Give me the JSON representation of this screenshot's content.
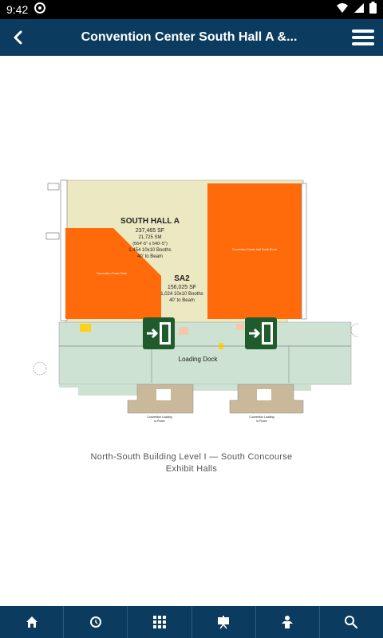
{
  "status": {
    "time": "9:42"
  },
  "header": {
    "title": "Convention Center South Hall A &..."
  },
  "map": {
    "hall_title": "SOUTH HALL A",
    "hall_sf": "237,465 SF",
    "hall_sm": "21,725 SM",
    "hall_dims": "(564'-5\" x 540'-5\")",
    "hall_booths": "1,454 10x10 Booths",
    "hall_beam": "40' to Beam",
    "sa2_title": "SA2",
    "sa2_sf": "156,025 SF",
    "sa2_booths": "1,024 10x10 Booths",
    "sa2_beam": "40' to Beam",
    "loading_dock": "Loading Dock",
    "small_left_label": "Convention Center Drive",
    "small_right_label": "Convention Center Hall South Room",
    "dock_label_left": "Convention Loading",
    "dock_label_left_2": "to Room",
    "dock_label_right": "Convention Loading",
    "dock_label_right_2": "to Room"
  },
  "caption": {
    "line1": "North-South Building Level I — South Concourse",
    "line2": "Exhibit Halls"
  },
  "nav": [
    "home-icon",
    "clock-icon",
    "grid-icon",
    "presentation-icon",
    "speaker-icon",
    "search-icon"
  ],
  "colors": {
    "appbar": "#0b3b5e",
    "hall_orange": "#ff6a0a",
    "hall_beige": "#ece9c2",
    "concourse": "#cde2d2",
    "exit_green": "#1f5b2d"
  }
}
